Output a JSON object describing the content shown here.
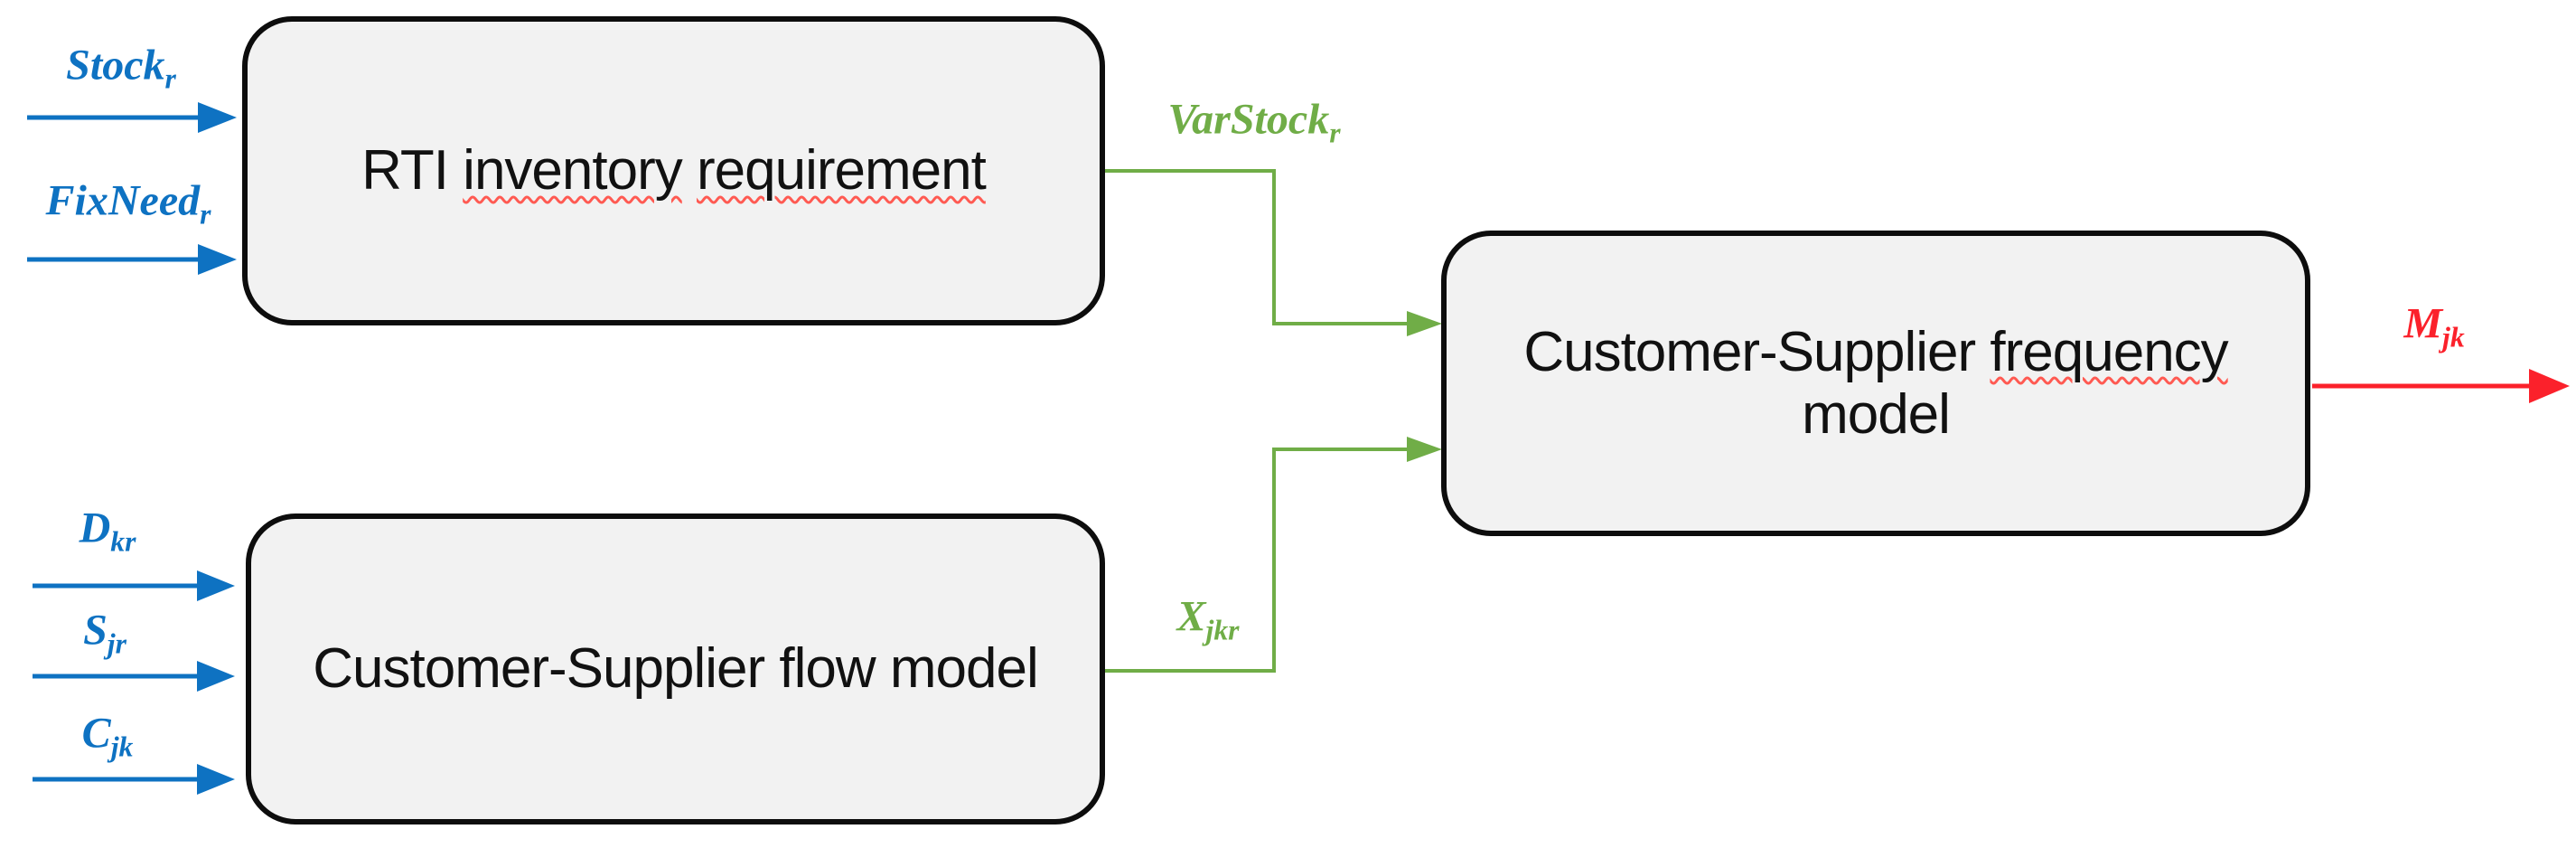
{
  "colors": {
    "background": "#ffffff",
    "box_fill": "#f2f2f2",
    "box_border": "#0d0d0d",
    "text_black": "#111111",
    "input_blue": "#0e72c2",
    "connector_green": "#70ad47",
    "output_red": "#fb212b",
    "spellcheck_red": "#ff5a52"
  },
  "nodes": {
    "rti": {
      "prefix": "RTI",
      "word1": "inventory",
      "word2": "requirement"
    },
    "flow": {
      "label": "Customer-Supplier flow model"
    },
    "freq": {
      "line1_plain": "Customer-Supplier",
      "line1_wavy": "frequency",
      "line2": "model"
    }
  },
  "inputs": {
    "stock": {
      "base": "Stock",
      "sub": "r"
    },
    "fixneed": {
      "base": "FixNeed",
      "sub": "r"
    },
    "d": {
      "base": "D",
      "sub": "kr"
    },
    "s": {
      "base": "S",
      "sub": "jr"
    },
    "c": {
      "base": "C",
      "sub": "jk"
    }
  },
  "connectors": {
    "varstock": {
      "base": "VarStock",
      "sub": "r"
    },
    "x": {
      "base": "X",
      "sub": "jkr"
    }
  },
  "outputs": {
    "m": {
      "base": "M",
      "sub": "jk"
    }
  }
}
